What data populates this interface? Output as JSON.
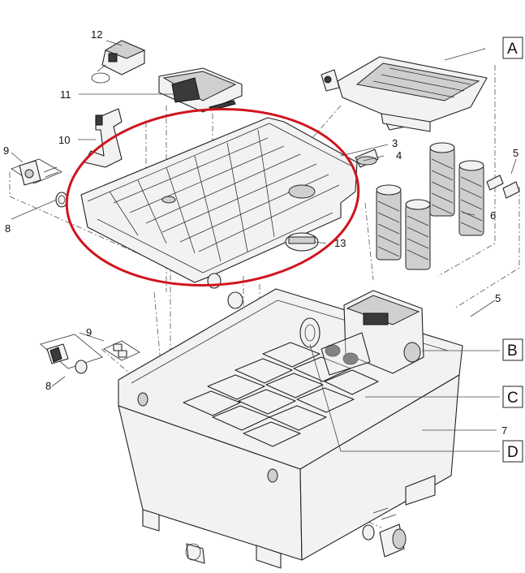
{
  "callouts": {
    "n1": "12",
    "n2": "11",
    "n3": "10",
    "n4": "9",
    "n5": "8",
    "n6": "3",
    "n7": "4",
    "n8": "5",
    "n9": "6",
    "n10": "13",
    "n11": "5",
    "n12": "9",
    "n13": "8",
    "n14": "7"
  },
  "boxes": {
    "a": "A",
    "b": "B",
    "c": "C",
    "d": "D"
  },
  "colors": {
    "highlight": "#d0141c",
    "line": "#222222",
    "fill": "#f2f2f2"
  }
}
